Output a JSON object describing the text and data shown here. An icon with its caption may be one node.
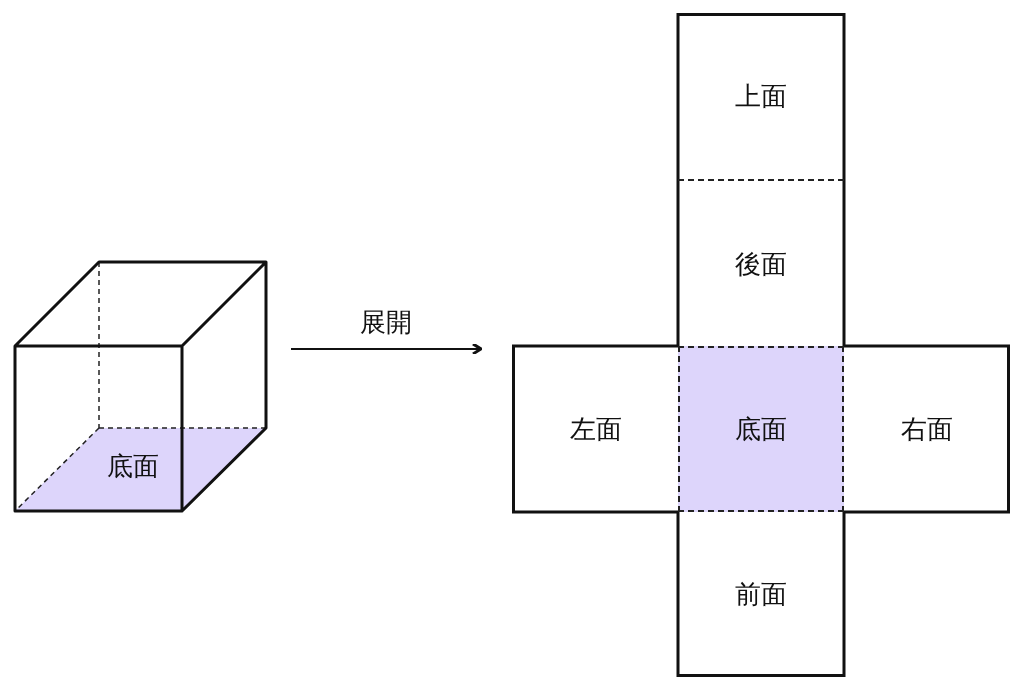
{
  "diagram": {
    "nodes": [
      {
        "text": [
          "底面"
        ]
      },
      {
        "text": [],
        "shape": "cross"
      },
      {
        "text": [
          "上面"
        ],
        "in": 1
      },
      {
        "text": [
          "後面"
        ],
        "in": 1
      },
      {
        "text": [
          "左面"
        ],
        "in": 1
      },
      {
        "text": [
          "底面"
        ],
        "in": 1
      },
      {
        "text": [
          "右面"
        ],
        "in": 1
      },
      {
        "text": [
          "前面"
        ],
        "in": 1
      }
    ],
    "edges": [
      {
        "from": 0,
        "to": 1,
        "arrow": "to",
        "label": "展開"
      }
    ]
  }
}
